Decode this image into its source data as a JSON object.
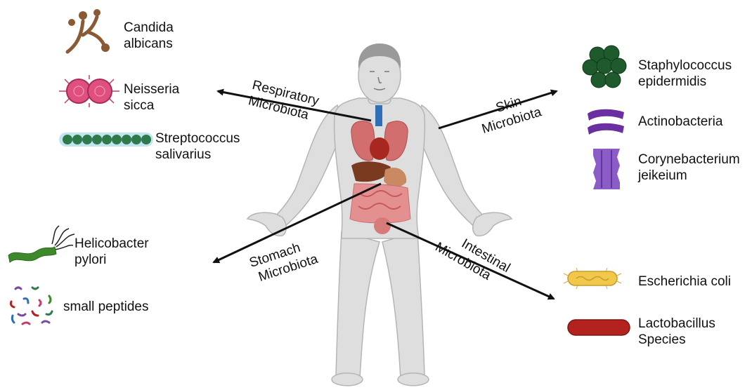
{
  "categories": {
    "respiratory": [
      "Respiratory",
      "Microbiota"
    ],
    "skin": [
      "Skin",
      "Microbiota"
    ],
    "stomach": [
      "Stomach",
      "Microbiota"
    ],
    "intestinal": [
      "Intestinal",
      "Microbiota"
    ]
  },
  "organisms": {
    "candida": [
      "Candida",
      "albicans"
    ],
    "neisseria": [
      "Neisseria",
      "sicca"
    ],
    "streptococcus": [
      "Streptococcus",
      "salivarius"
    ],
    "staphylococcus": [
      "Staphylococcus",
      "epidermidis"
    ],
    "actinobacteria": [
      "Actinobacteria"
    ],
    "corynebacterium": [
      "Corynebacterium",
      "jeikeium"
    ],
    "helicobacter": [
      "Helicobacter",
      "pylori"
    ],
    "peptides": [
      "small peptides"
    ],
    "ecoli": [
      "Escherichia coli"
    ],
    "lactobacillus": [
      "Lactobacillus",
      "Species"
    ]
  },
  "colors": {
    "body": "#dcdcdc",
    "body_outline": "#b9b9b9",
    "candida": "#8a5a35",
    "neisseria": "#d9467a",
    "streptococcus": "#2f7a4a",
    "staphylococcus": "#1f5a2c",
    "actinobacteria": "#6a2fa0",
    "corynebacterium": "#8b5cc7",
    "helicobacter": "#3e8a2b",
    "ecoli": "#f2c84b",
    "lactobacillus": "#b3221e"
  }
}
